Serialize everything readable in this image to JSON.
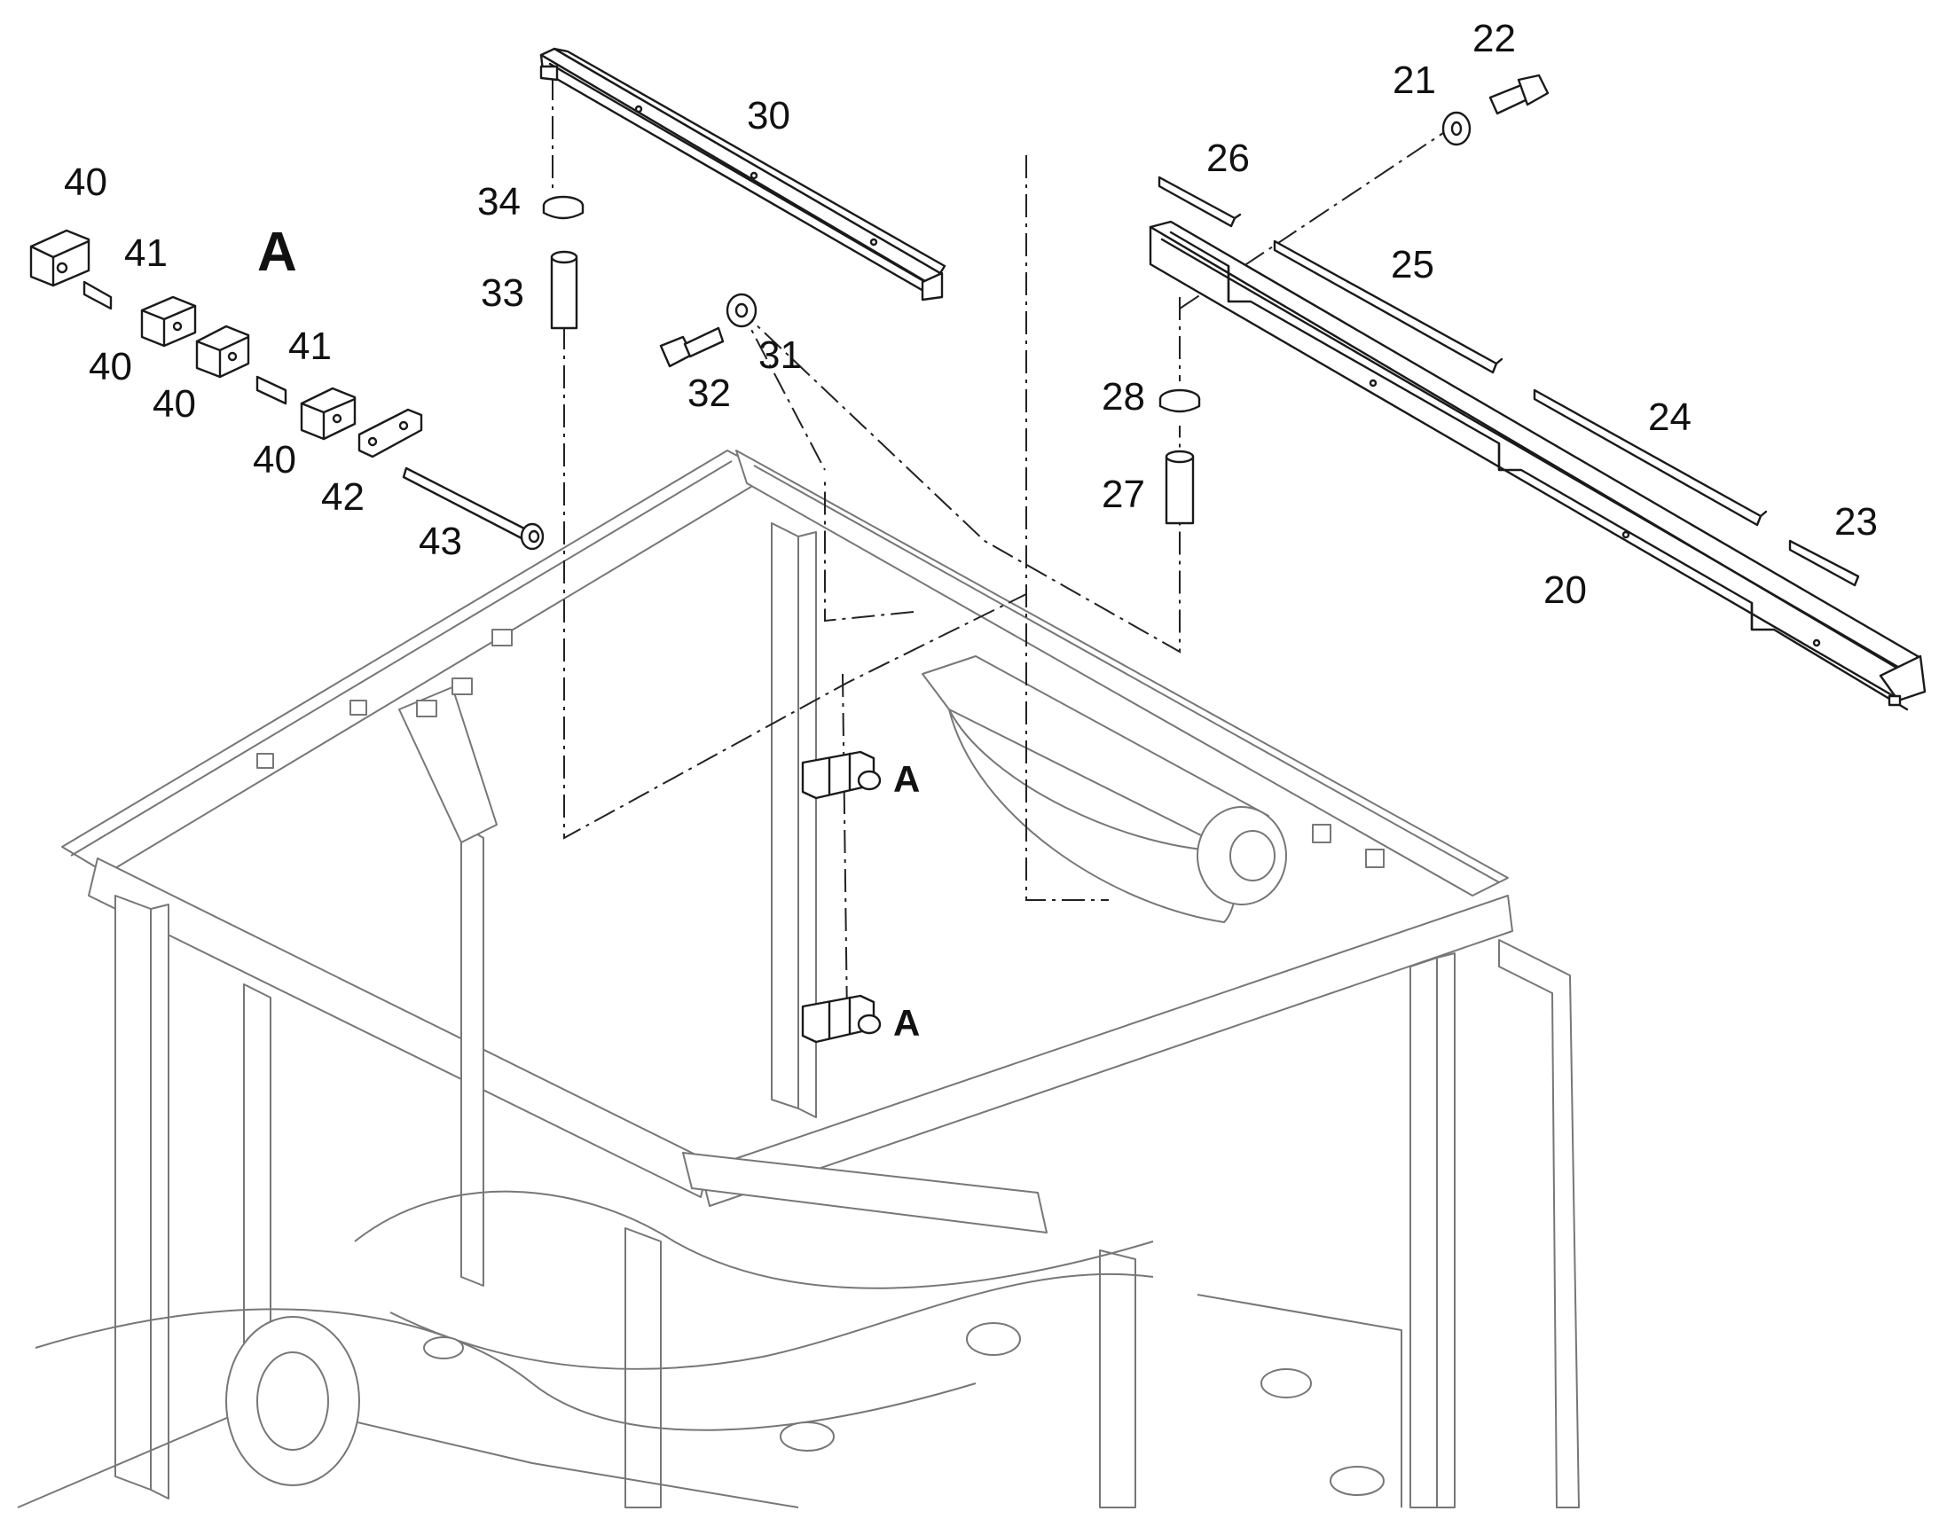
{
  "diagram": {
    "detail_marker": "A",
    "callouts": {
      "p20": "20",
      "p21": "21",
      "p22": "22",
      "p23": "23",
      "p24": "24",
      "p25": "25",
      "p26": "26",
      "p27": "27",
      "p28": "28",
      "p30": "30",
      "p31": "31",
      "p32": "32",
      "p33": "33",
      "p34": "34",
      "p40a": "40",
      "p40b": "40",
      "p40c": "40",
      "p40d": "40",
      "p41a": "41",
      "p41b": "41",
      "p42": "42",
      "p43": "43"
    },
    "view_refs": {
      "upper": "A",
      "lower": "A"
    },
    "colors": {
      "line": "#1a1a1a",
      "frame": "#777777",
      "background": "#ffffff"
    }
  }
}
